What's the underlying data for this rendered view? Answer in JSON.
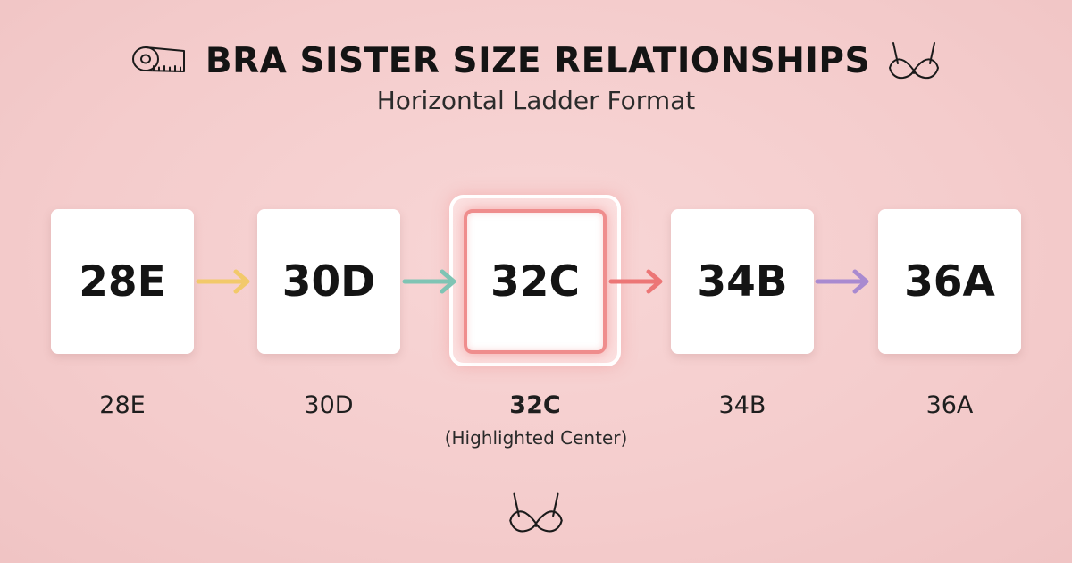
{
  "header": {
    "title": "BRA SISTER SIZE RELATIONSHIPS",
    "subtitle": "Horizontal Ladder Format",
    "left_icon": "measuring-tape-icon",
    "right_icon": "bra-icon"
  },
  "ladder": {
    "sizes": [
      {
        "card": "28E",
        "label": "28E"
      },
      {
        "card": "30D",
        "label": "30D"
      },
      {
        "card": "32C",
        "label": "32C",
        "note": "(Highlighted Center)"
      },
      {
        "card": "34B",
        "label": "34B"
      },
      {
        "card": "36A",
        "label": "36A"
      }
    ],
    "highlighted_index": 2,
    "arrow_colors": [
      "#f2c96a",
      "#7fc4b4",
      "#ec7676",
      "#a98ad0"
    ],
    "highlight_color": "#ef8d8d"
  },
  "footer": {
    "icon": "bra-icon"
  }
}
